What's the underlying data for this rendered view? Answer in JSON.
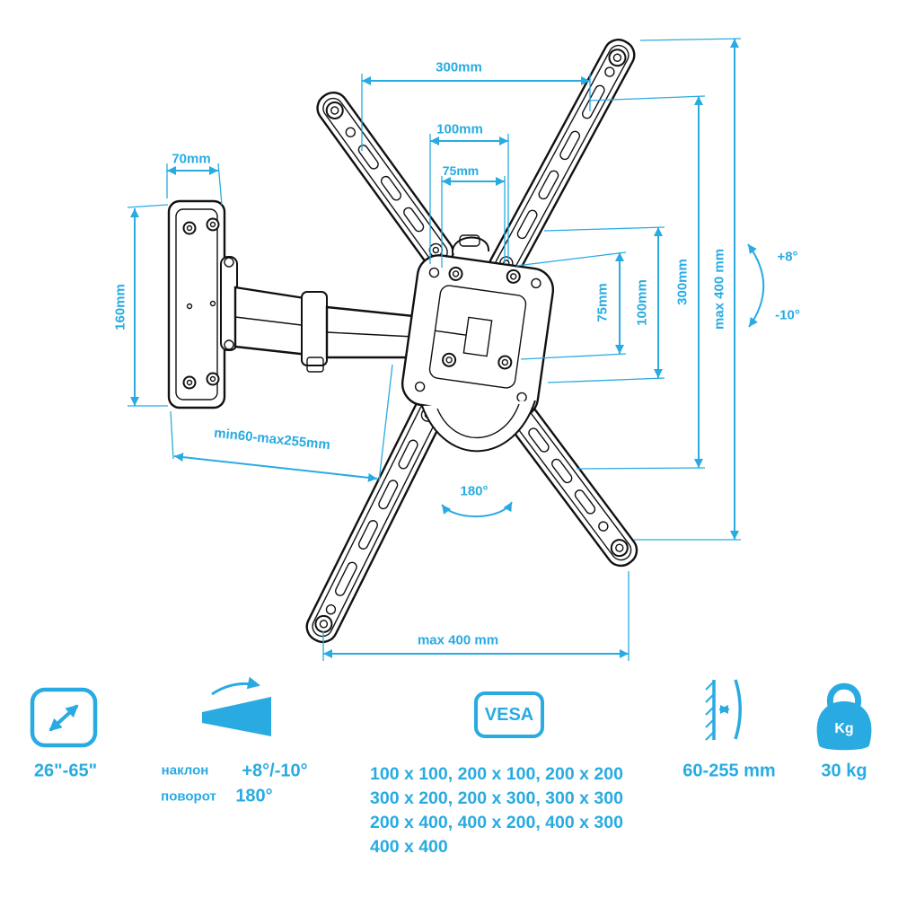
{
  "colors": {
    "accent": "#29abe2",
    "ink": "#111111",
    "background": "#ffffff"
  },
  "diagram": {
    "labels": {
      "top_300": "300mm",
      "top_100": "100mm",
      "top_75": "75mm",
      "depth_70": "70mm",
      "plate_160": "160mm",
      "arm_extension": "min60-max255mm",
      "right_75": "75mm",
      "right_100": "100mm",
      "right_300": "300mm",
      "right_max_400": "max 400 mm",
      "tilt_up": "+8°",
      "tilt_down": "-10°",
      "swivel": "180°",
      "bottom_max_400": "max 400 mm"
    }
  },
  "specs": {
    "size": {
      "range": "26\"-65\""
    },
    "tilt": {
      "row1_label": "наклон",
      "row1_value": "+8°/-10°",
      "row2_label": "поворот",
      "row2_value": "180°"
    },
    "vesa": {
      "badge": "VESA",
      "lines": [
        "100 x 100, 200 x 100, 200 x 200",
        "300 x 200, 200 x 300, 300 x 300",
        "200 x 400, 400 x 200, 400 x 300",
        "400 x 400"
      ]
    },
    "distance": {
      "label": "60-255 mm"
    },
    "weight": {
      "badge": "Kg",
      "value": "30 kg"
    }
  }
}
